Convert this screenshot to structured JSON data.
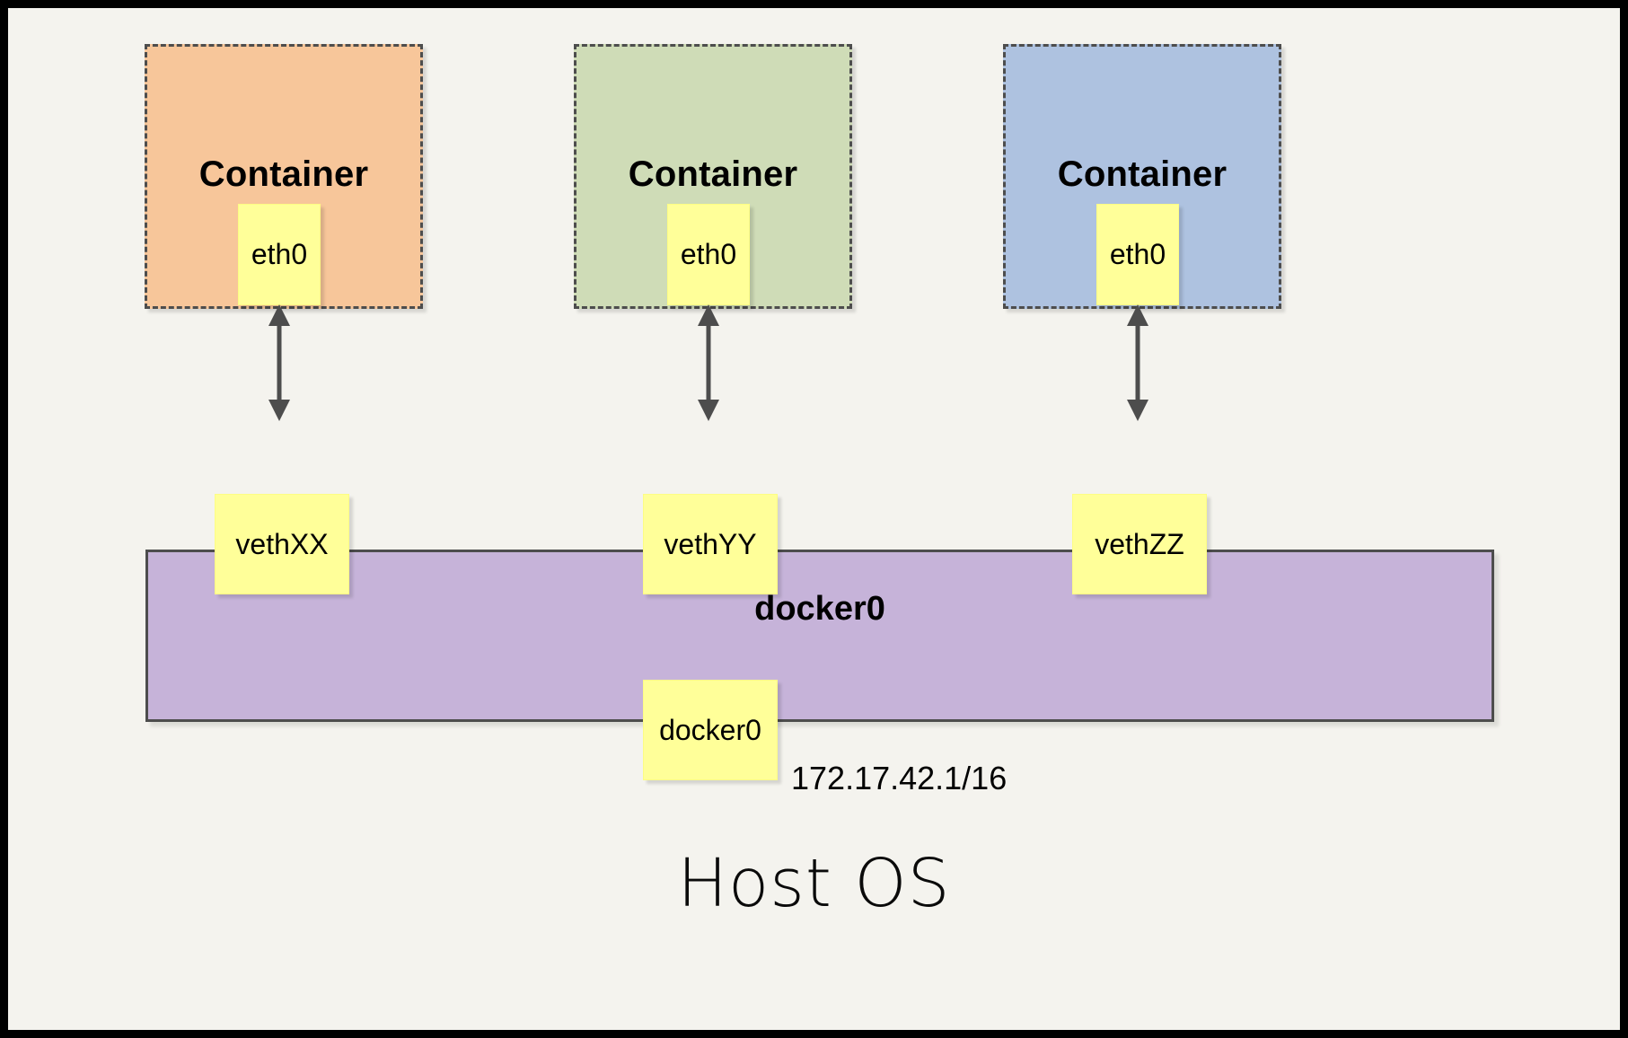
{
  "diagram": {
    "title_caption": "Host OS",
    "frame_color": "#000000",
    "page_background": "#f4f3ee"
  },
  "containers": [
    {
      "label": "Container",
      "fill": "#f7c69a",
      "border_color": "#4d4d4d",
      "interface": {
        "label": "eth0",
        "fill": "#ffff99"
      }
    },
    {
      "label": "Container",
      "fill": "#cfdcb7",
      "border_color": "#4d4d4d",
      "interface": {
        "label": "eth0",
        "fill": "#ffff99"
      }
    },
    {
      "label": "Container",
      "fill": "#aec2e0",
      "border_color": "#4d4d4d",
      "interface": {
        "label": "eth0",
        "fill": "#ffff99"
      }
    }
  ],
  "veths": [
    {
      "label": "vethXX",
      "fill": "#ffff99"
    },
    {
      "label": "vethYY",
      "fill": "#ffff99"
    },
    {
      "label": "vethZZ",
      "fill": "#ffff99"
    }
  ],
  "bridge": {
    "label": "docker0",
    "fill": "#c6b3d9",
    "border_color": "#4d4d4d",
    "interface": {
      "label": "docker0",
      "fill": "#ffff99"
    },
    "ip_address": "172.17.42.1/16"
  },
  "arrows": {
    "count": 3,
    "style": "double-headed-vertical",
    "color": "#4d4d4d"
  }
}
